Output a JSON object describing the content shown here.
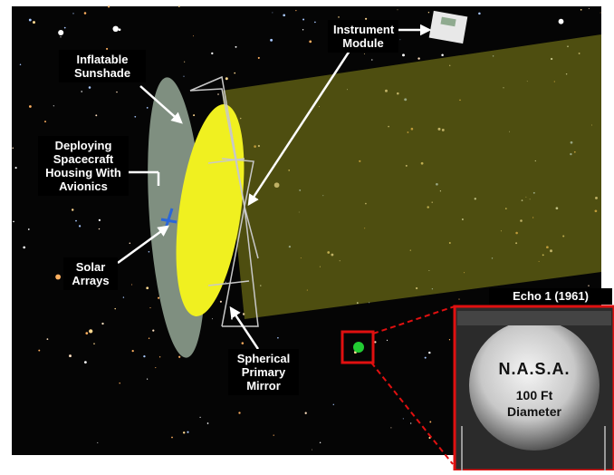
{
  "labels": {
    "sunshade": [
      "Inflatable",
      "Sunshade"
    ],
    "housing": [
      "Deploying",
      "Spacecraft",
      "Housing With",
      "Avionics"
    ],
    "solar": [
      "Solar",
      "Arrays"
    ],
    "instrument": [
      "Instrument",
      "Module"
    ],
    "mirror": [
      "Spherical",
      "Primary",
      "Mirror"
    ]
  },
  "inset": {
    "title": "Echo 1 (1961)",
    "balloon_text": "N.A.S.A.",
    "size_line1": "100 Ft",
    "size_line2": "Diameter"
  },
  "colors": {
    "space": "#050505",
    "beam": "#8a8a1a",
    "mirror": "#f0f020",
    "sunshade": "#7f8f80",
    "callout_box": "#e01010",
    "marker_dot": "#22cc33"
  }
}
